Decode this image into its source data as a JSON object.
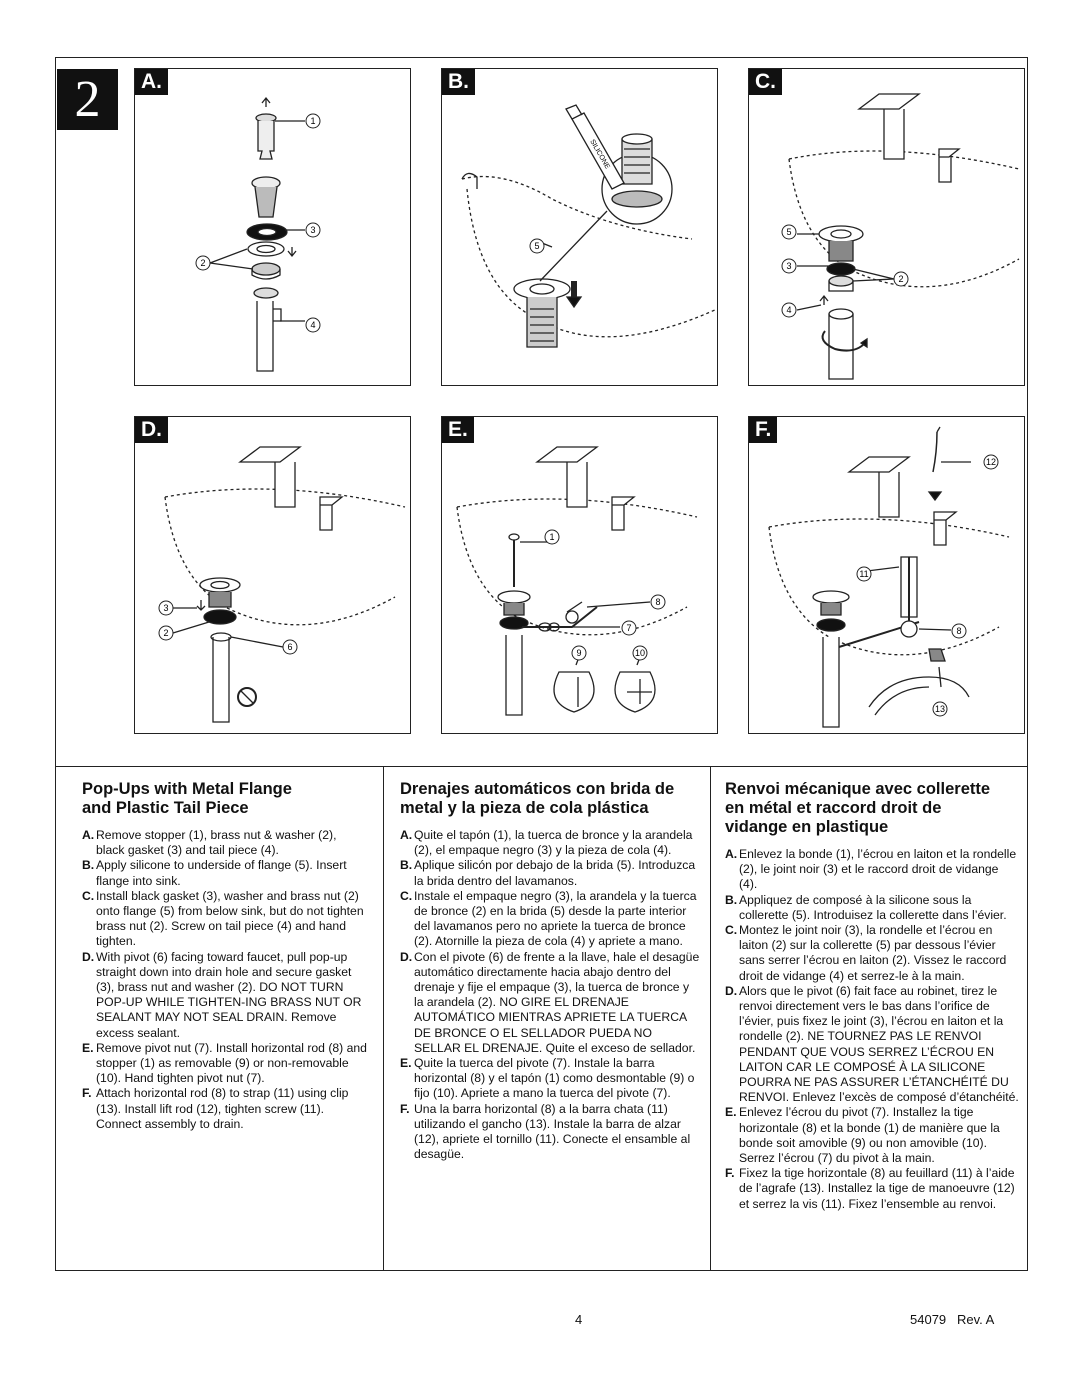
{
  "step_number": "2",
  "panels": [
    {
      "label": "A.",
      "callouts": [
        "1",
        "2",
        "3",
        "4"
      ]
    },
    {
      "label": "B.",
      "callouts": [
        "5"
      ],
      "tube_text": "SILICONE"
    },
    {
      "label": "C.",
      "callouts": [
        "5",
        "3",
        "2",
        "4"
      ]
    },
    {
      "label": "D.",
      "callouts": [
        "3",
        "2",
        "6"
      ]
    },
    {
      "label": "E.",
      "callouts": [
        "1",
        "8",
        "7",
        "9",
        "10"
      ]
    },
    {
      "label": "F.",
      "callouts": [
        "12",
        "11",
        "8",
        "13"
      ]
    }
  ],
  "columns": [
    {
      "title_line1": "Pop-Ups with Metal Flange",
      "title_line2": "and Plastic Tail Piece",
      "title_line3": "",
      "steps": [
        {
          "letter": "A.",
          "text": "Remove stopper (1), brass nut & washer (2), black gasket (3) and tail piece (4)."
        },
        {
          "letter": "B.",
          "text": "Apply silicone to underside of flange (5). Insert flange into sink."
        },
        {
          "letter": "C.",
          "text": "Install black gasket (3), washer and brass nut (2) onto flange (5) from below sink, but do not tighten brass nut (2). Screw on tail piece (4) and hand tighten."
        },
        {
          "letter": "D.",
          "text": "With pivot (6) facing toward faucet, pull pop-up straight down into drain hole and secure gasket (3), brass nut and washer (2). DO NOT TURN POP-UP WHILE TIGHTEN-ING BRASS NUT OR SEALANT MAY NOT SEAL DRAIN. Remove excess sealant."
        },
        {
          "letter": "E.",
          "text": "Remove pivot nut (7). Install horizontal rod (8) and stopper (1) as removable (9) or non-removable (10). Hand tighten pivot nut (7)."
        },
        {
          "letter": "F.",
          "text": "Attach horizontal rod (8) to strap (11) using clip (13). Install lift rod (12), tighten screw (11). Connect assembly to drain."
        }
      ]
    },
    {
      "title_line1": "Drenajes automáticos con brida de",
      "title_line2": "metal y la pieza de cola plástica",
      "title_line3": "",
      "steps": [
        {
          "letter": "A.",
          "text": "Quite el tapón (1), la tuerca de bronce y la arandela (2), el empaque negro (3) y la pieza de cola (4)."
        },
        {
          "letter": "B.",
          "text": "Aplique silicón por debajo de la brida (5). Introduzca la brida dentro del lavamanos."
        },
        {
          "letter": "C.",
          "text": "Instale el empaque negro (3), la arandela y la tuerca de bronce (2) en la brida (5) desde la parte interior del lavamanos pero no apriete la tuerca de bronce (2). Atornille la pieza de cola (4) y apriete a mano."
        },
        {
          "letter": "D.",
          "text": "Con el pivote (6) de frente a la llave, hale el desagüe automático directamente hacia abajo dentro del drenaje y fije el empaque (3), la tuerca de bronce y la arandela (2). NO GIRE EL DRENAJE AUTOMÁTICO MIENTRAS APRIETE LA TUERCA DE BRONCE O EL SELLADOR PUEDA NO SELLAR EL DRENAJE. Quite el exceso de sellador."
        },
        {
          "letter": "E.",
          "text": "Quite la tuerca del pivote (7). Instale la barra horizontal (8) y el tapón (1) como desmontable (9) o fijo (10). Apriete a mano la tuerca del pivote (7)."
        },
        {
          "letter": "F.",
          "text": "Una la barra horizontal (8) a la barra chata (11) utilizando el gancho (13). Instale la barra de alzar (12), apriete el tornillo (11). Conecte el ensamble al desagüe."
        }
      ]
    },
    {
      "title_line1": "Renvoi mécanique avec collerette",
      "title_line2": "en métal et raccord droit de",
      "title_line3": "vidange en plastique",
      "steps": [
        {
          "letter": "A.",
          "text": "Enlevez la bonde (1), l’écrou en laiton et la rondelle (2), le joint noir (3) et le raccord droit de vidange (4)."
        },
        {
          "letter": "B.",
          "text": "Appliquez de composé à la silicone sous la collerette (5). Introduisez la collerette dans l’évier."
        },
        {
          "letter": "C.",
          "text": "Montez le joint noir (3), la rondelle et l’écrou en laiton (2) sur la collerette (5) par dessous l’évier sans serrer l’écrou en laiton (2). Vissez le raccord droit de vidange (4) et serrez-le à la main."
        },
        {
          "letter": "D.",
          "text": "Alors que le pivot (6) fait face au robinet, tirez le renvoi directement vers le bas dans l’orifice de l’évier, puis fixez le joint (3), l’écrou en laiton et la rondelle (2). NE TOURNEZ PAS LE RENVOI PENDANT QUE VOUS SERREZ L’ÉCROU EN LAITON CAR LE COMPOSÉ À LA SILICONE POURRA NE PAS ASSURER L’ÉTANCHÉITÉ DU RENVOI. Enlevez l’excès de composé d’étanchéité."
        },
        {
          "letter": "E.",
          "text": "Enlevez l’écrou du pivot (7). Installez la tige horizontale (8) et la bonde (1) de manière que la bonde soit amovible (9) ou non amovible (10). Serrez l’écrou (7) du pivot à la main."
        },
        {
          "letter": "F.",
          "text": "Fixez la tige horizontale (8) au feuillard (11) à l’aide de l’agrafe (13). Installez la tige de manoeuvre (12) et serrez la vis (11). Fixez l’ensemble au renvoi."
        }
      ]
    }
  ],
  "footer": {
    "page_number": "4",
    "doc_id": "54079   Rev. A"
  }
}
